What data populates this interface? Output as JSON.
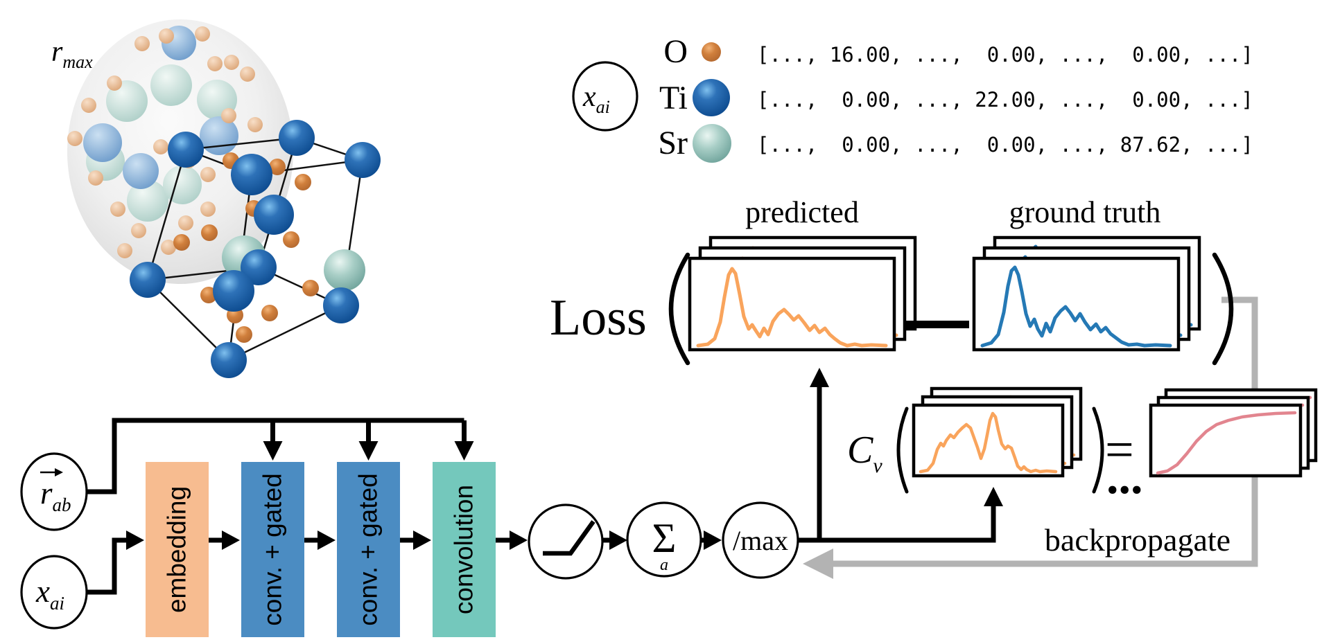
{
  "crystal": {
    "r_max": {
      "main": "r",
      "sub": "max"
    }
  },
  "legend": {
    "symbol": {
      "main": "x",
      "sub": "ai"
    },
    "rows": [
      {
        "element": "O",
        "vector": "[..., 16.00, ...,  0.00, ...,  0.00, ...]"
      },
      {
        "element": "Ti",
        "vector": "[...,  0.00, ..., 22.00, ...,  0.00, ...]"
      },
      {
        "element": "Sr",
        "vector": "[...,  0.00, ...,  0.00, ..., 87.62, ...]"
      }
    ]
  },
  "loss": {
    "label": "Loss",
    "predicted_label": "predicted",
    "ground_truth_label": "ground truth"
  },
  "cv": {
    "label": {
      "main": "C",
      "sub": "v"
    },
    "equals": "=",
    "dots": "..."
  },
  "backprop": {
    "label": "backpropagate"
  },
  "network": {
    "inputs": [
      {
        "main": "r",
        "sub": "ab"
      },
      {
        "main": "x",
        "sub": "ai"
      }
    ],
    "layers": [
      {
        "label": "embedding"
      },
      {
        "label": "conv. + gated"
      },
      {
        "label": "conv. + gated"
      },
      {
        "label": "convolution"
      }
    ],
    "ops": {
      "sum": {
        "symbol": "Σ",
        "sub": "a"
      },
      "normalize": "/max"
    }
  },
  "colors": {
    "embedding_box": "#F7BC90",
    "conv_gated_box": "#4B8CC2",
    "convolution_box": "#74C8BC",
    "predicted_curve": "#F9A45C",
    "ground_truth_curve": "#2579B5",
    "heat_capacity_curve": "#E2858F",
    "predicted_label": "#BE7348",
    "ground_truth_label": "#2E7EBB",
    "backpropagate": "#B3B3B3",
    "ti_atom": "#0F4F9C",
    "sr_atom": "#9EC6BD",
    "o_atom": "#C5793F"
  },
  "curves": {
    "dos_predicted": [
      [
        12,
        126
      ],
      [
        26,
        124
      ],
      [
        36,
        116
      ],
      [
        44,
        92
      ],
      [
        50,
        56
      ],
      [
        56,
        24
      ],
      [
        61,
        15
      ],
      [
        66,
        22
      ],
      [
        72,
        52
      ],
      [
        78,
        84
      ],
      [
        85,
        102
      ],
      [
        90,
        96
      ],
      [
        95,
        104
      ],
      [
        101,
        113
      ],
      [
        107,
        101
      ],
      [
        113,
        110
      ],
      [
        120,
        91
      ],
      [
        128,
        80
      ],
      [
        136,
        74
      ],
      [
        143,
        81
      ],
      [
        150,
        89
      ],
      [
        157,
        83
      ],
      [
        165,
        93
      ],
      [
        173,
        104
      ],
      [
        180,
        97
      ],
      [
        187,
        107
      ],
      [
        195,
        101
      ],
      [
        202,
        110
      ],
      [
        209,
        116
      ],
      [
        217,
        122
      ],
      [
        227,
        126
      ],
      [
        238,
        124
      ],
      [
        248,
        126
      ],
      [
        262,
        125
      ],
      [
        283,
        126
      ]
    ],
    "dos_truth": [
      [
        12,
        126
      ],
      [
        25,
        122
      ],
      [
        35,
        110
      ],
      [
        43,
        78
      ],
      [
        49,
        40
      ],
      [
        54,
        18
      ],
      [
        59,
        13
      ],
      [
        64,
        24
      ],
      [
        69,
        48
      ],
      [
        75,
        80
      ],
      [
        81,
        98
      ],
      [
        87,
        88
      ],
      [
        92,
        102
      ],
      [
        98,
        112
      ],
      [
        104,
        94
      ],
      [
        110,
        106
      ],
      [
        117,
        86
      ],
      [
        125,
        76
      ],
      [
        132,
        70
      ],
      [
        139,
        79
      ],
      [
        146,
        90
      ],
      [
        153,
        80
      ],
      [
        160,
        92
      ],
      [
        168,
        103
      ],
      [
        176,
        95
      ],
      [
        183,
        106
      ],
      [
        190,
        100
      ],
      [
        197,
        109
      ],
      [
        205,
        115
      ],
      [
        213,
        121
      ],
      [
        223,
        125
      ],
      [
        235,
        124
      ],
      [
        246,
        126
      ],
      [
        262,
        125
      ],
      [
        283,
        126
      ]
    ],
    "cv_input": [
      [
        10,
        96
      ],
      [
        20,
        94
      ],
      [
        28,
        84
      ],
      [
        34,
        64
      ],
      [
        39,
        55
      ],
      [
        43,
        59
      ],
      [
        47,
        51
      ],
      [
        53,
        43
      ],
      [
        58,
        47
      ],
      [
        64,
        39
      ],
      [
        70,
        33
      ],
      [
        76,
        28
      ],
      [
        82,
        33
      ],
      [
        87,
        47
      ],
      [
        92,
        61
      ],
      [
        97,
        77
      ],
      [
        102,
        63
      ],
      [
        106,
        43
      ],
      [
        110,
        22
      ],
      [
        114,
        12
      ],
      [
        118,
        17
      ],
      [
        122,
        36
      ],
      [
        127,
        56
      ],
      [
        132,
        63
      ],
      [
        136,
        59
      ],
      [
        141,
        62
      ],
      [
        146,
        76
      ],
      [
        150,
        88
      ],
      [
        155,
        93
      ],
      [
        159,
        89
      ],
      [
        163,
        93
      ],
      [
        169,
        96
      ],
      [
        176,
        94
      ],
      [
        182,
        96
      ],
      [
        192,
        95
      ],
      [
        205,
        96
      ]
    ],
    "heat_capacity": [
      [
        10,
        98
      ],
      [
        24,
        95
      ],
      [
        38,
        86
      ],
      [
        52,
        70
      ],
      [
        66,
        52
      ],
      [
        80,
        38
      ],
      [
        95,
        28
      ],
      [
        112,
        22
      ],
      [
        132,
        17
      ],
      [
        155,
        14
      ],
      [
        180,
        12
      ],
      [
        208,
        11
      ]
    ]
  }
}
